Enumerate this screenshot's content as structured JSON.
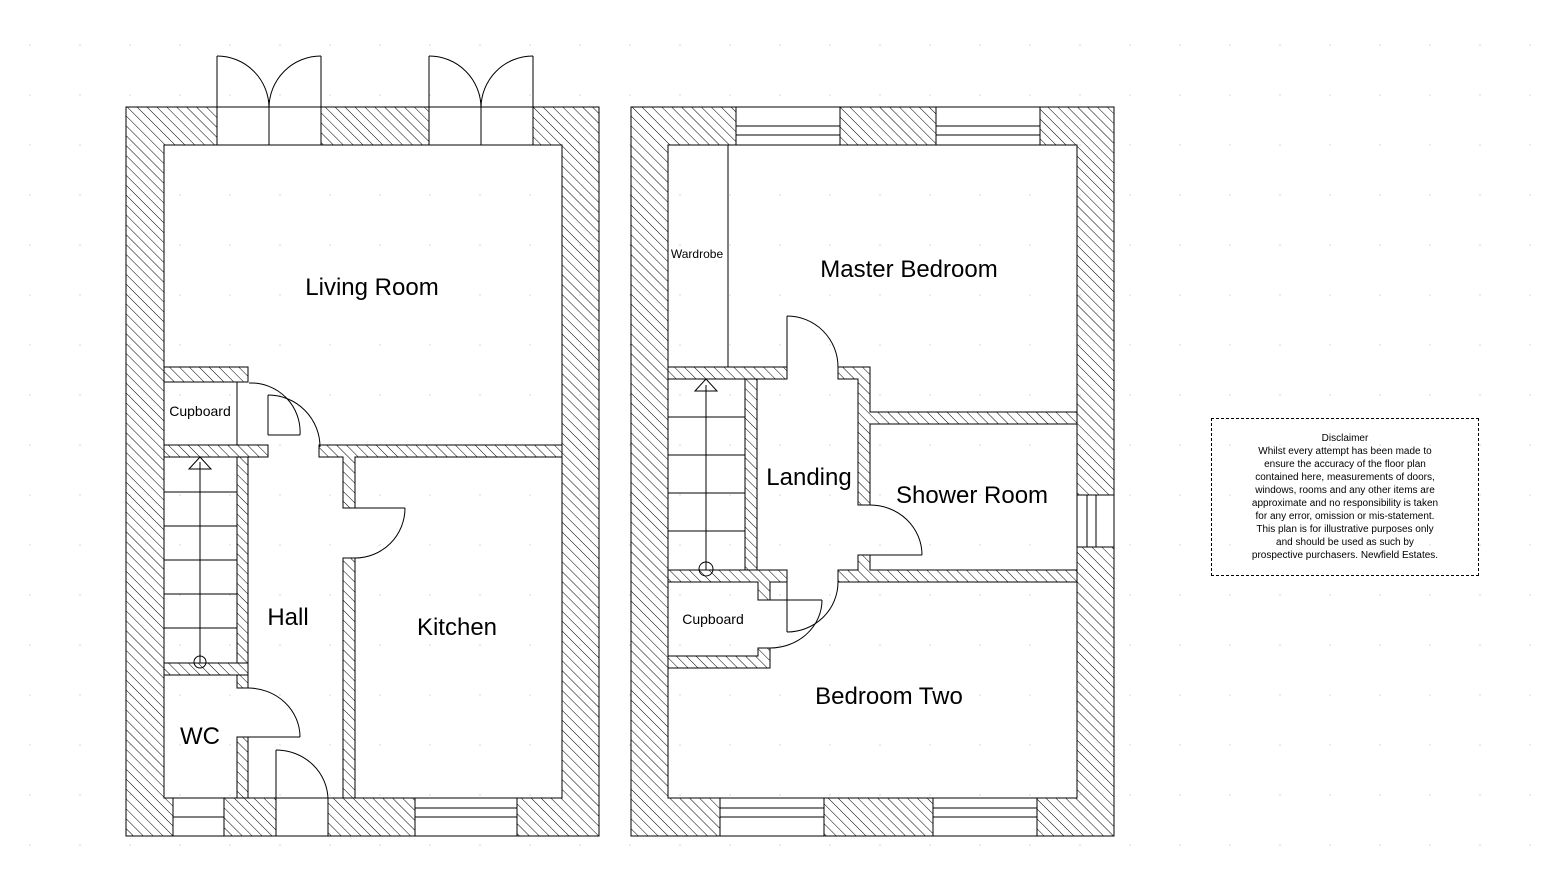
{
  "ground_floor": {
    "rooms": {
      "living_room": "Living Room",
      "cupboard": "Cupboard",
      "hall": "Hall",
      "kitchen": "Kitchen",
      "wc": "WC"
    }
  },
  "first_floor": {
    "rooms": {
      "wardrobe": "Wardrobe",
      "master_bedroom": "Master Bedroom",
      "landing": "Landing",
      "shower_room": "Shower Room",
      "cupboard": "Cupboard",
      "bedroom_two": "Bedroom Two"
    }
  },
  "disclaimer": {
    "title": "Disclaimer",
    "lines": [
      "Whilst every attempt has been made to",
      "ensure the accuracy of the floor plan",
      "contained here, measurements of doors,",
      "windows, rooms and any other items are",
      "approximate and no responsibility is taken",
      "for any error, omission or mis-statement.",
      "This plan is for illustrative purposes only",
      "and should be used as such by",
      "prospective purchasers. Newfield Estates."
    ]
  }
}
